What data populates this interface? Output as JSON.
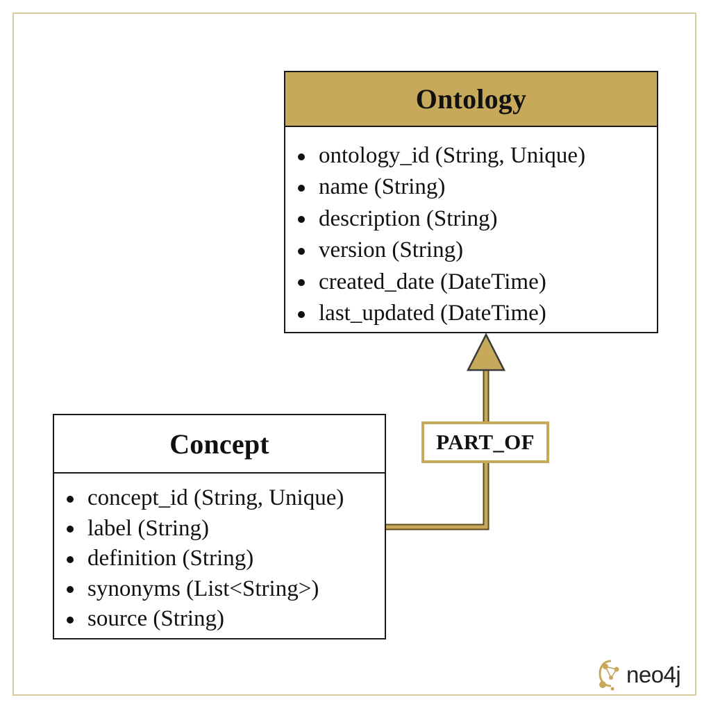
{
  "entities": {
    "ontology": {
      "title": "Ontology",
      "attributes": [
        "ontology_id (String, Unique)",
        "name (String)",
        "description (String)",
        "version (String)",
        "created_date (DateTime)",
        "last_updated (DateTime)"
      ]
    },
    "concept": {
      "title": "Concept",
      "attributes": [
        "concept_id (String, Unique)",
        "label (String)",
        "definition (String)",
        "synonyms (List<String>)",
        "source (String)"
      ]
    }
  },
  "relationship": {
    "label": "PART_OF",
    "from": "Concept",
    "to": "Ontology"
  },
  "logo": {
    "text": "neo4j",
    "icon": "neo4j-logo-icon"
  },
  "colors": {
    "accent_gold": "#c6a95a",
    "frame_border": "#d8cd9e",
    "box_border": "#1a1a1a"
  }
}
